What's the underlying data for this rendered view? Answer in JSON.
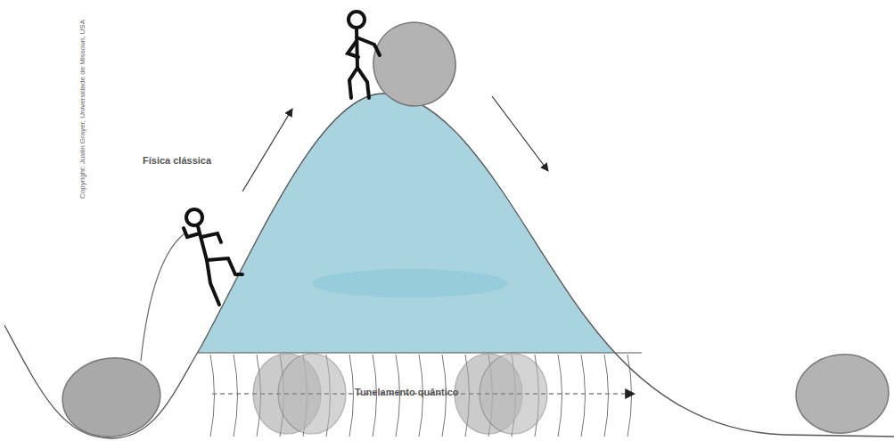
{
  "diagram": {
    "labels": [
      "Física clássica",
      "Tunelamento quântico",
      "Copyright: Justin Grayer, Universidade de Missouri, USA"
    ]
  }
}
